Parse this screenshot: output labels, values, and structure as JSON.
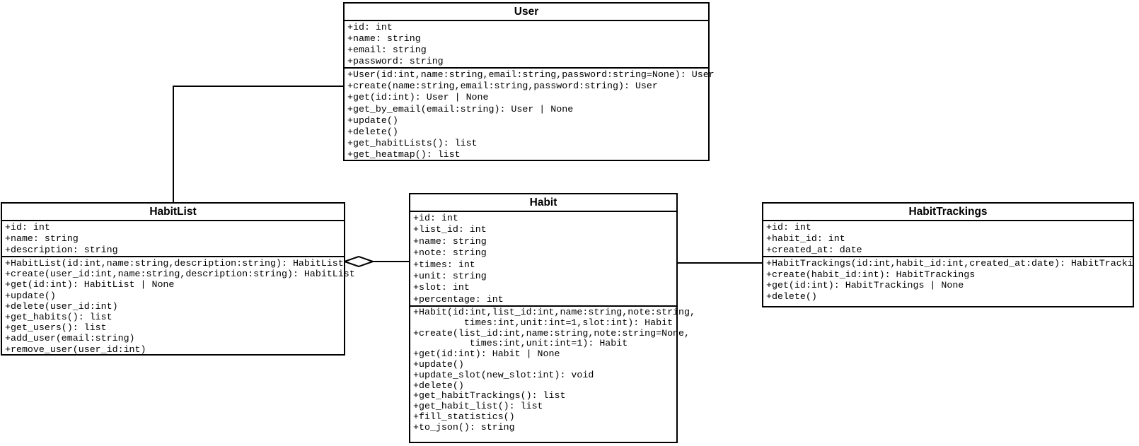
{
  "colors": {
    "background": "#ffffff",
    "line": "#000000",
    "text": "#000000",
    "box_fill": "#ffffff"
  },
  "diagram": {
    "type": "uml-class-diagram",
    "classes": [
      {
        "name": "User",
        "attributes": [
          "+id: int",
          "+name: string",
          "+email: string",
          "+password: string"
        ],
        "methods": [
          "+User(id:int,name:string,email:string,password:string=None): User",
          "+create(name:string,email:string,password:string): User",
          "+get(id:int): User | None",
          "+get_by_email(email:string): User | None",
          "+update()",
          "+delete()",
          "+get_habitLists(): list",
          "+get_heatmap(): list"
        ]
      },
      {
        "name": "HabitList",
        "attributes": [
          "+id: int",
          "+name: string",
          "+description: string"
        ],
        "methods": [
          "+HabitList(id:int,name:string,description:string): HabitList",
          "+create(user_id:int,name:string,description:string): HabitList",
          "+get(id:int): HabitList | None",
          "+update()",
          "+delete(user_id:int)",
          "+get_habits(): list",
          "+get_users(): list",
          "+add_user(email:string)",
          "+remove_user(user_id:int)"
        ]
      },
      {
        "name": "Habit",
        "attributes": [
          "+id: int",
          "+list_id: int",
          "+name: string",
          "+note: string",
          "+times: int",
          "+unit: string",
          "+slot: int",
          "+percentage: int"
        ],
        "methods": [
          "+Habit(id:int,list_id:int,name:string,note:string,",
          "         times:int,unit:int=1,slot:int): Habit",
          "+create(list_id:int,name:string,note:string=None,",
          "          times:int,unit:int=1): Habit",
          "+get(id:int): Habit | None",
          "+update()",
          "+update_slot(new_slot:int): void",
          "+delete()",
          "+get_habitTrackings(): list",
          "+get_habit_list(): list",
          "+fill_statistics()",
          "+to_json(): string"
        ]
      },
      {
        "name": "HabitTrackings",
        "attributes": [
          "+id: int",
          "+habit_id: int",
          "+created_at: date"
        ],
        "methods": [
          "+HabitTrackings(id:int,habit_id:int,created_at:date): HabitTrackings",
          "+create(habit_id:int): HabitTrackings",
          "+get(id:int): HabitTrackings | None",
          "+delete()"
        ]
      }
    ],
    "relationships": [
      {
        "from": "User",
        "to": "HabitList",
        "type": "association",
        "shape": "elbow"
      },
      {
        "from": "HabitList",
        "to": "Habit",
        "type": "aggregation",
        "diamond_at": "HabitList"
      },
      {
        "from": "Habit",
        "to": "HabitTrackings",
        "type": "association",
        "shape": "straight"
      }
    ]
  }
}
